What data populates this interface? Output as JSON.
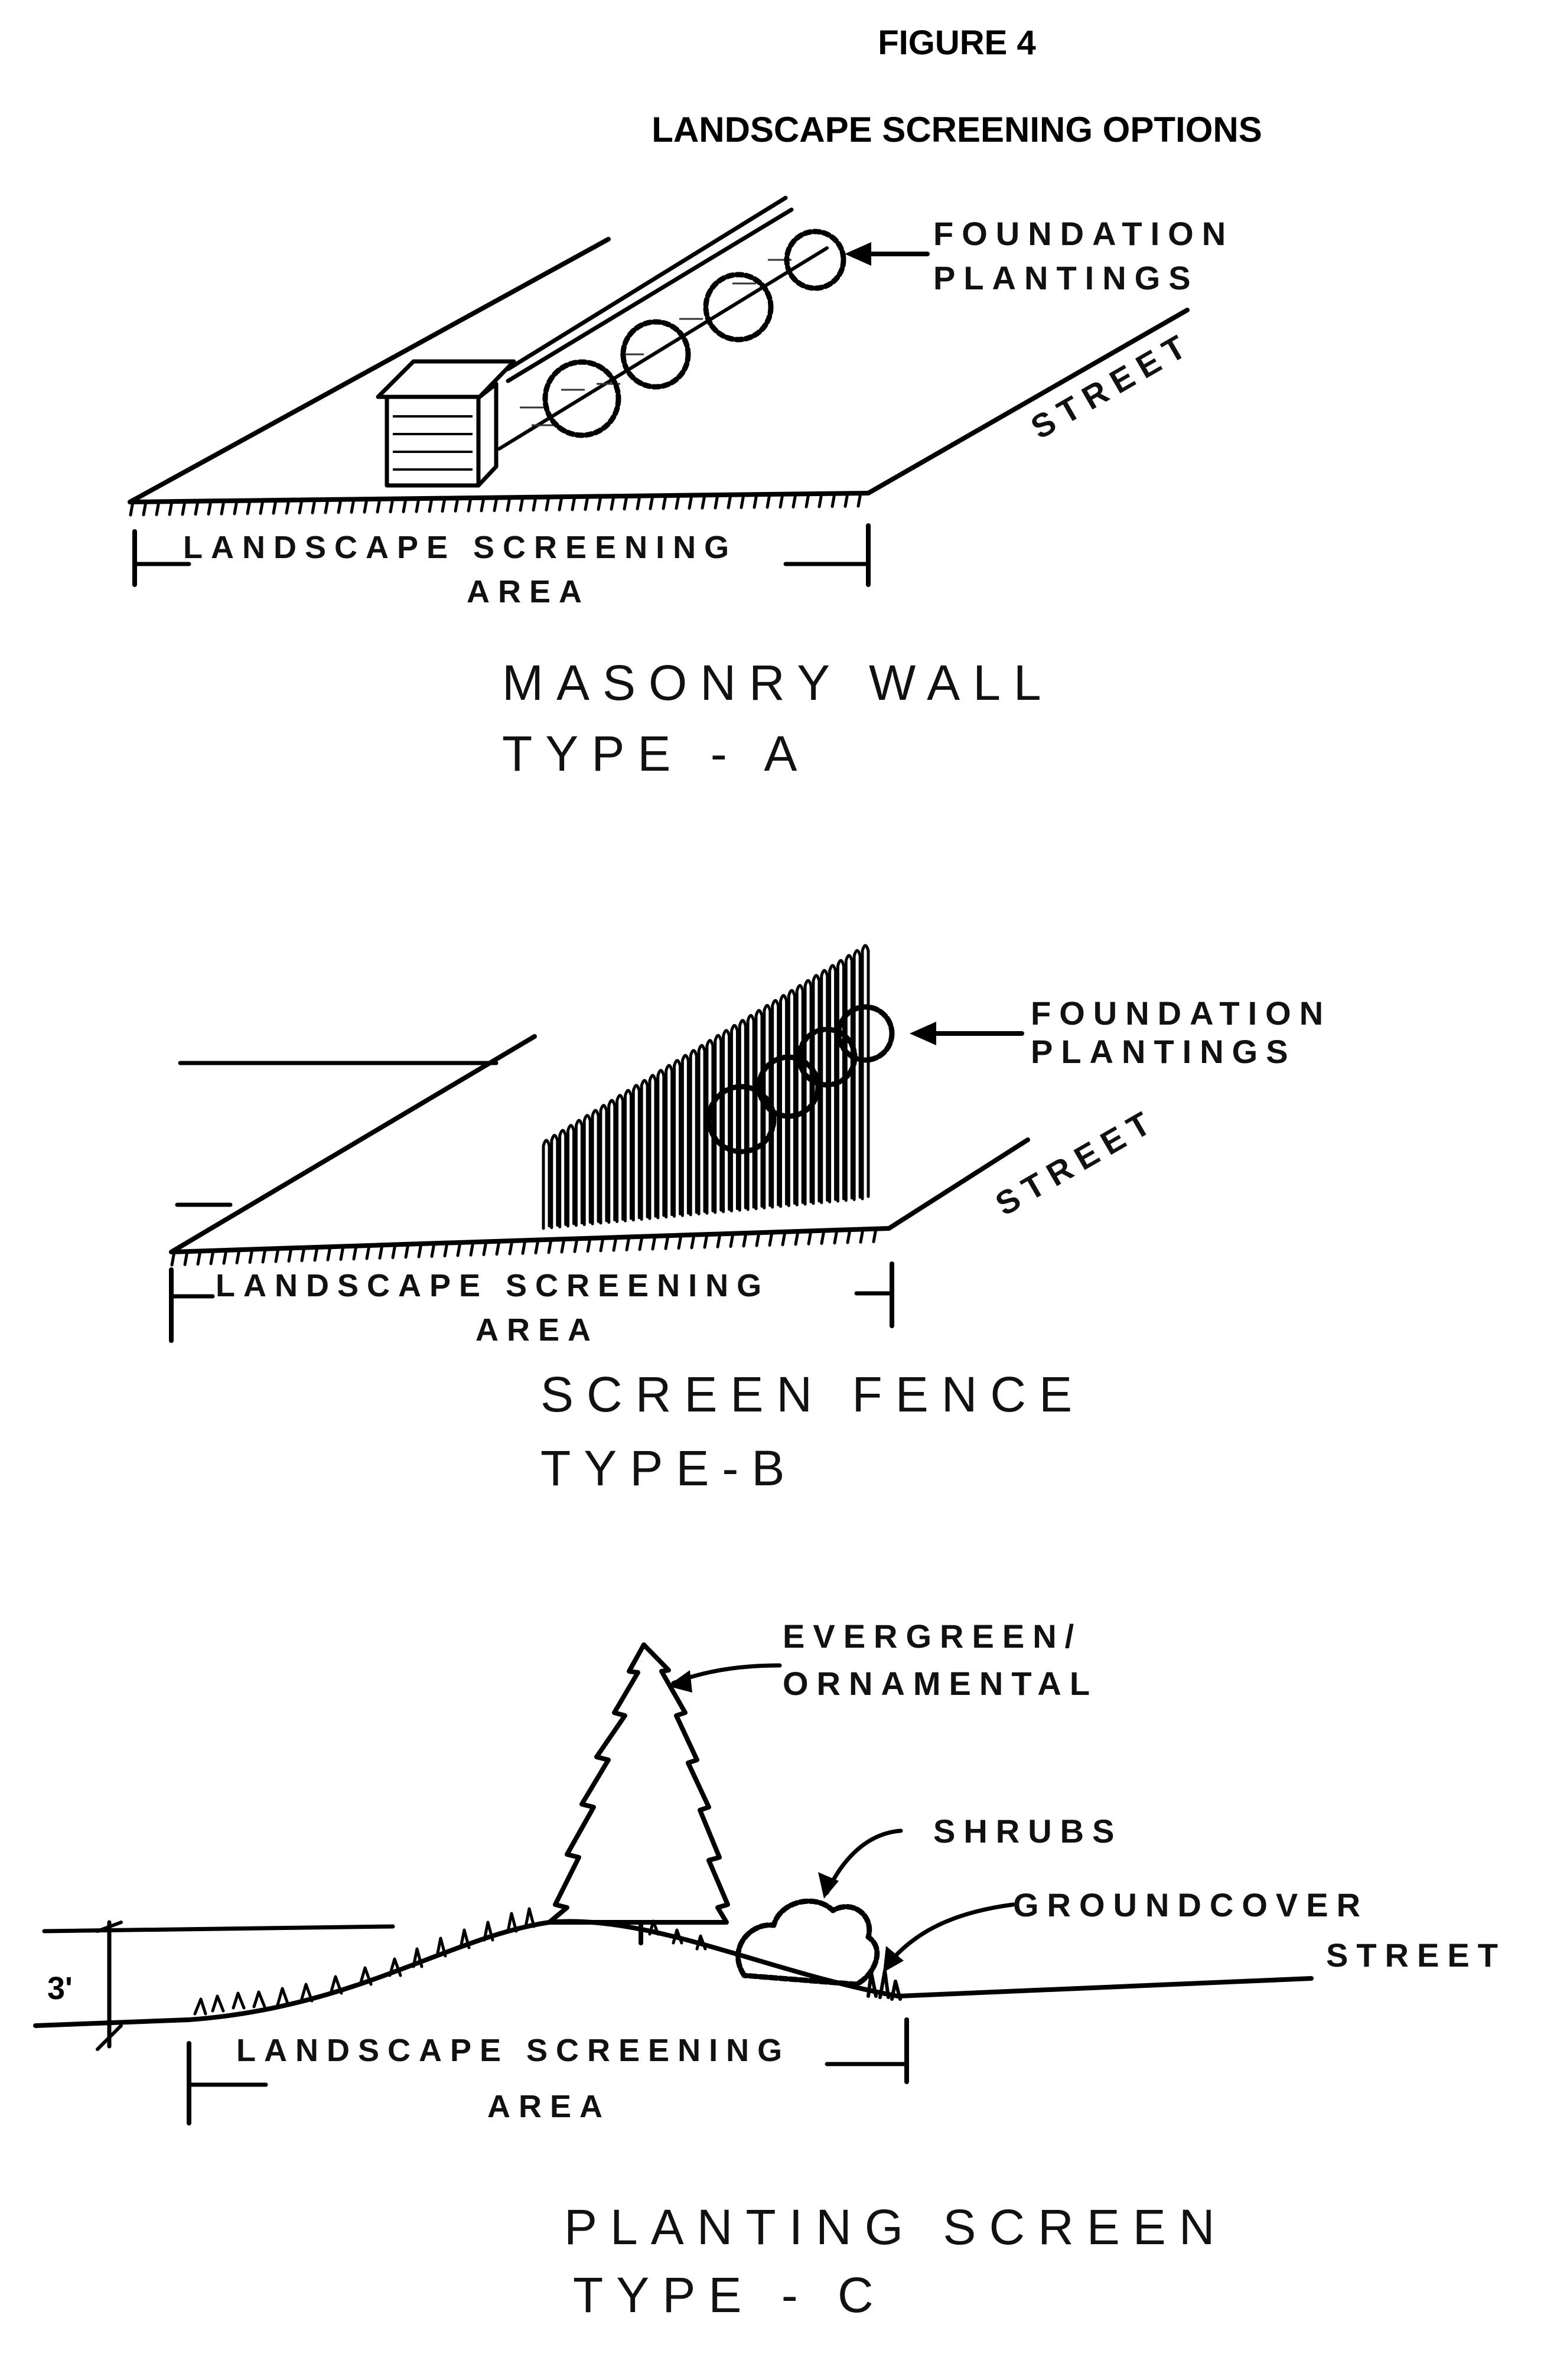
{
  "header": {
    "figure_number": "FIGURE 4",
    "title": "LANDSCAPE SCREENING OPTIONS"
  },
  "type_a": {
    "callout": [
      "FOUNDATION",
      "PLANTINGS"
    ],
    "street": "STREET",
    "area": [
      "LANDSCAPE SCREENING",
      "AREA"
    ],
    "caption_name": "MASONRY WALL",
    "caption_type": "TYPE - A"
  },
  "type_b": {
    "callout": [
      "FOUNDATION",
      "PLANTINGS"
    ],
    "street": "STREET",
    "area": [
      "LANDSCAPE SCREENING",
      "AREA"
    ],
    "caption_name": "SCREEN FENCE",
    "caption_type": "TYPE-B"
  },
  "type_c": {
    "tree_label": [
      "EVERGREEN/",
      "ORNAMENTAL"
    ],
    "shrubs_label": "SHRUBS",
    "groundcover_label": "GROUNDCOVER",
    "street": "STREET",
    "height": "3'",
    "area": [
      "LANDSCAPE SCREENING",
      "AREA"
    ],
    "caption_name": "PLANTING SCREEN",
    "caption_type": "TYPE - C"
  }
}
